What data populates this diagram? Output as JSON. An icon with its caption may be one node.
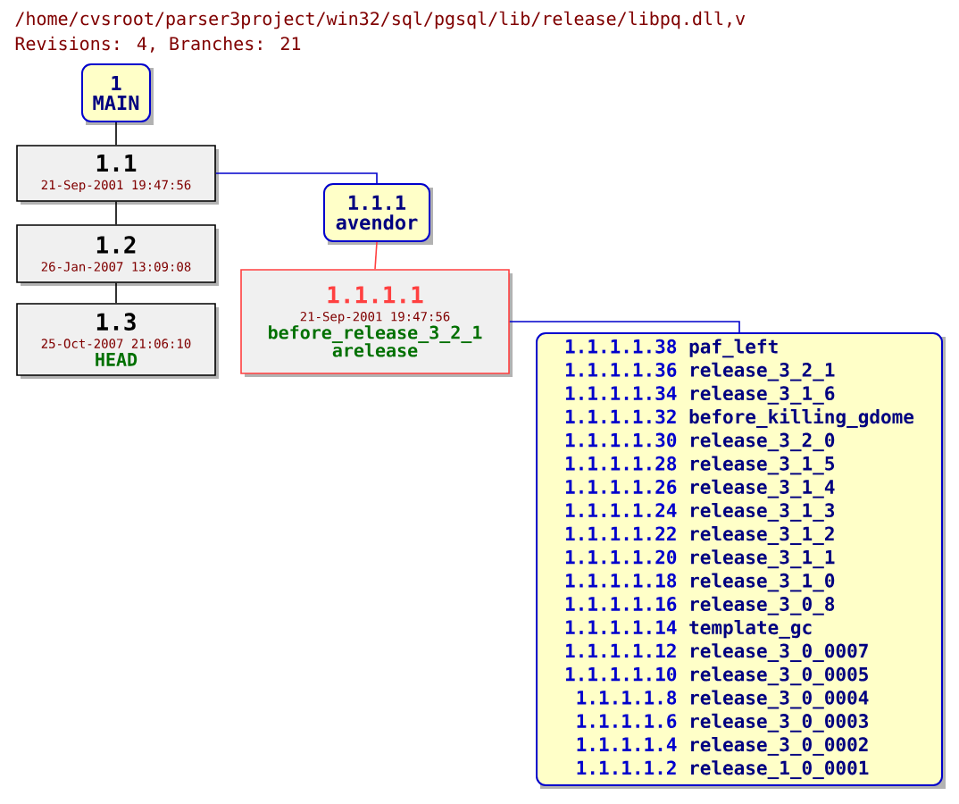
{
  "diagram": {
    "title": "/home/cvsroot/parser3project/win32/sql/pgsql/lib/release/libpq.dll,v",
    "nodes": [
      {
        "text": [
          "1",
          "MAIN"
        ]
      },
      {
        "text": [
          "1.1",
          "21-Sep-2001 19:47:56"
        ]
      },
      {
        "text": [
          "1.2",
          "26-Jan-2007 13:09:08"
        ]
      },
      {
        "text": [
          "1.3",
          "25-Oct-2007 21:06:10",
          "HEAD"
        ]
      },
      {
        "text": [
          "1.1.1",
          "avendor"
        ]
      },
      {
        "text": [
          "1.1.1.1",
          "21-Sep-2001 19:47:56",
          "before_release_3_2_1",
          "arelease"
        ]
      },
      {
        "text": [
          "1.1.1.1.38",
          "paf_left",
          "1.1.1.1.36",
          "release_3_2_1",
          "1.1.1.1.34",
          "release_3_1_6",
          "1.1.1.1.32",
          "before_killing_gdome",
          "1.1.1.1.30",
          "release_3_2_0",
          "1.1.1.1.28",
          "release_3_1_5",
          "1.1.1.1.26",
          "release_3_1_4",
          "1.1.1.1.24",
          "release_3_1_3",
          "1.1.1.1.22",
          "release_3_1_2",
          "1.1.1.1.20",
          "release_3_1_1",
          "1.1.1.1.18",
          "release_3_1_0",
          "1.1.1.1.16",
          "release_3_0_8",
          "1.1.1.1.14",
          "template_gc",
          "1.1.1.1.12",
          "release_3_0_0007",
          "1.1.1.1.10",
          "release_3_0_0005",
          "1.1.1.1.8",
          "release_3_0_0004",
          "1.1.1.1.6",
          "release_3_0_0003",
          "1.1.1.1.4",
          "release_3_0_0002",
          "1.1.1.1.2",
          "release_1_0_0001"
        ]
      }
    ],
    "edges": [
      {
        "from": 0,
        "to": 1,
        "arrow": "none"
      },
      {
        "from": 1,
        "to": 2,
        "arrow": "none"
      },
      {
        "from": 2,
        "to": 3,
        "arrow": "none"
      },
      {
        "from": 1,
        "to": 4,
        "arrow": "none",
        "color": "#0000cc"
      },
      {
        "from": 4,
        "to": 5,
        "arrow": "none",
        "color": "#ff4040"
      },
      {
        "from": 5,
        "to": 6,
        "arrow": "none",
        "color": "#0000cc"
      }
    ],
    "labels": [
      "Revisions: 4, Branches: 21"
    ]
  }
}
